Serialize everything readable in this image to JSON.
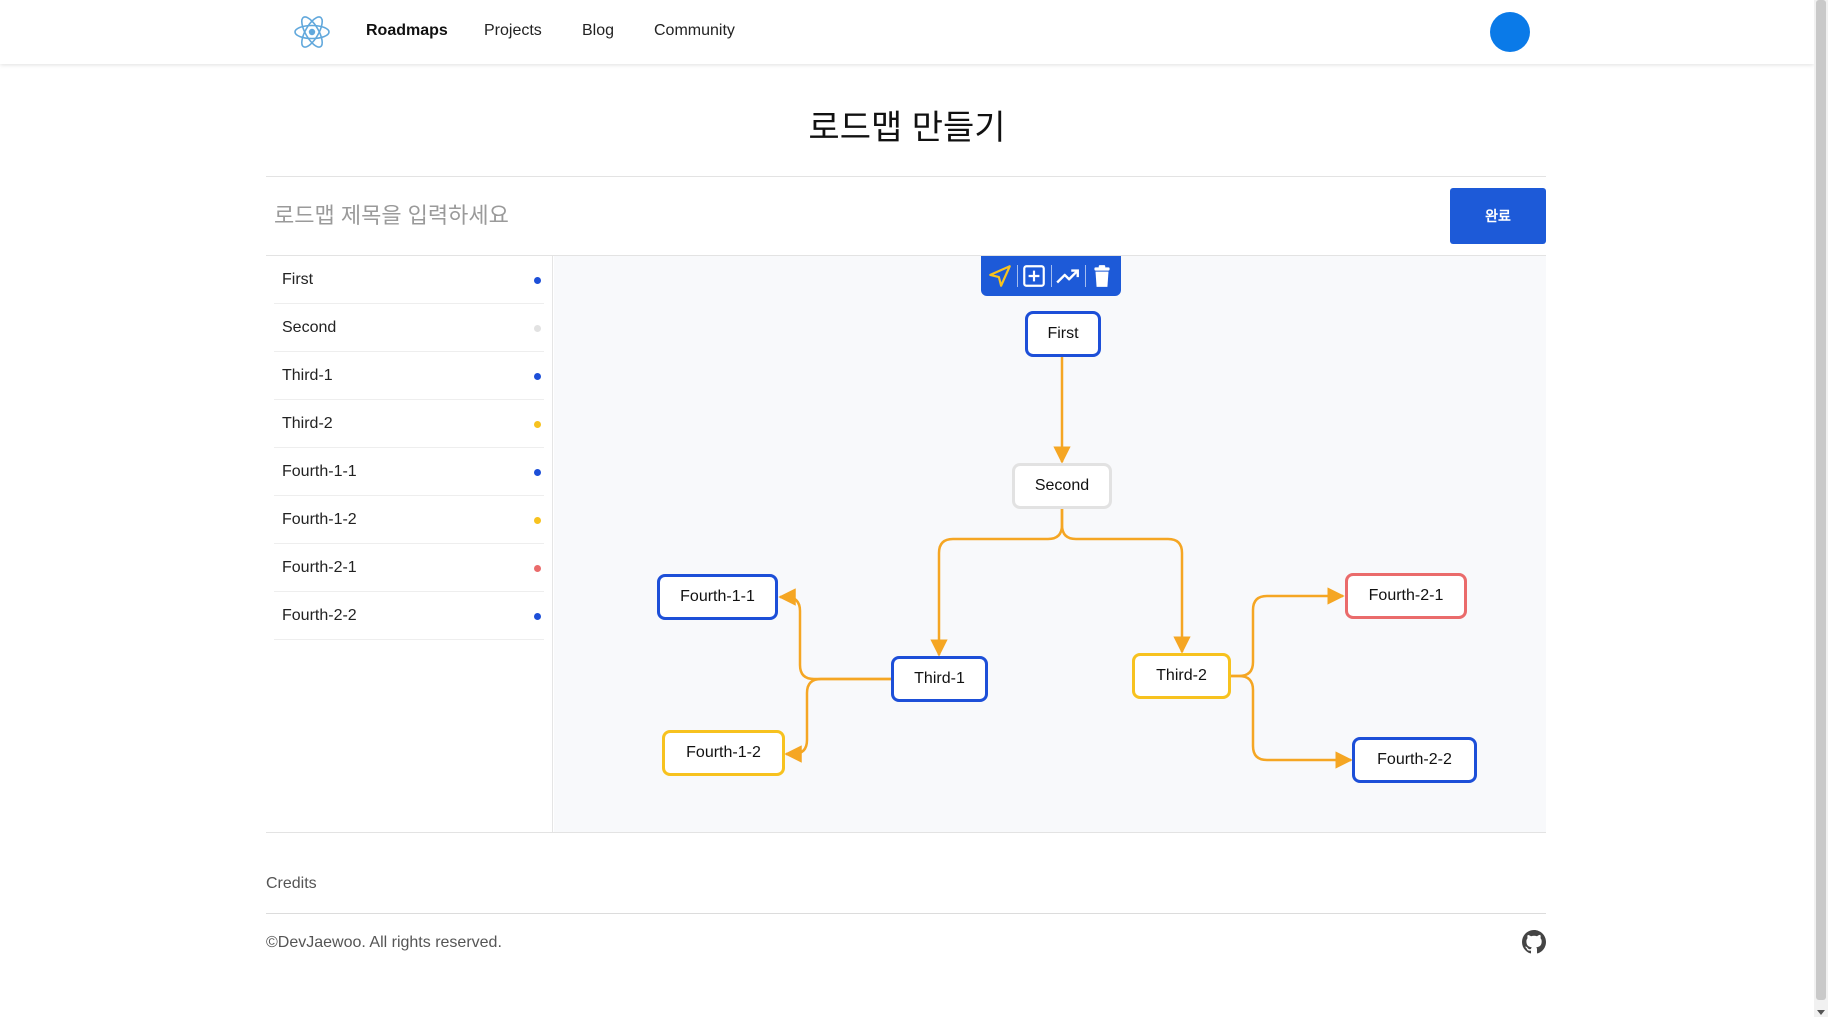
{
  "nav": {
    "items": [
      {
        "label": "Roadmaps",
        "active": true
      },
      {
        "label": "Projects",
        "active": false
      },
      {
        "label": "Blog",
        "active": false
      },
      {
        "label": "Community",
        "active": false
      }
    ]
  },
  "page": {
    "title": "로드맵 만들기",
    "title_input_placeholder": "로드맵 제목을 입력하세요",
    "title_input_value": "",
    "done_label": "완료"
  },
  "colors": {
    "blue": "#1d4fd8",
    "gray": "#e2e2e2",
    "yellow": "#f7c21f",
    "red": "#ea6b6b",
    "edge": "#f5a623",
    "accent": "#1d5ad8"
  },
  "toolbar": {
    "tools": [
      "navigate-icon",
      "add-node-icon",
      "connect-edge-icon",
      "trash-icon"
    ]
  },
  "sidebar": {
    "items": [
      {
        "label": "First",
        "status": "blue"
      },
      {
        "label": "Second",
        "status": "gray"
      },
      {
        "label": "Third-1",
        "status": "blue"
      },
      {
        "label": "Third-2",
        "status": "yellow"
      },
      {
        "label": "Fourth-1-1",
        "status": "blue"
      },
      {
        "label": "Fourth-1-2",
        "status": "yellow"
      },
      {
        "label": "Fourth-2-1",
        "status": "red"
      },
      {
        "label": "Fourth-2-2",
        "status": "blue"
      }
    ]
  },
  "graph": {
    "nodes": {
      "first": {
        "label": "First",
        "status": "blue"
      },
      "second": {
        "label": "Second",
        "status": "gray"
      },
      "third1": {
        "label": "Third-1",
        "status": "blue"
      },
      "third2": {
        "label": "Third-2",
        "status": "yellow"
      },
      "fourth11": {
        "label": "Fourth-1-1",
        "status": "blue"
      },
      "fourth12": {
        "label": "Fourth-1-2",
        "status": "yellow"
      },
      "fourth21": {
        "label": "Fourth-2-1",
        "status": "red"
      },
      "fourth22": {
        "label": "Fourth-2-2",
        "status": "blue"
      }
    }
  },
  "footer": {
    "credits": "Credits",
    "copyright": "©DevJaewoo. All rights reserved."
  }
}
